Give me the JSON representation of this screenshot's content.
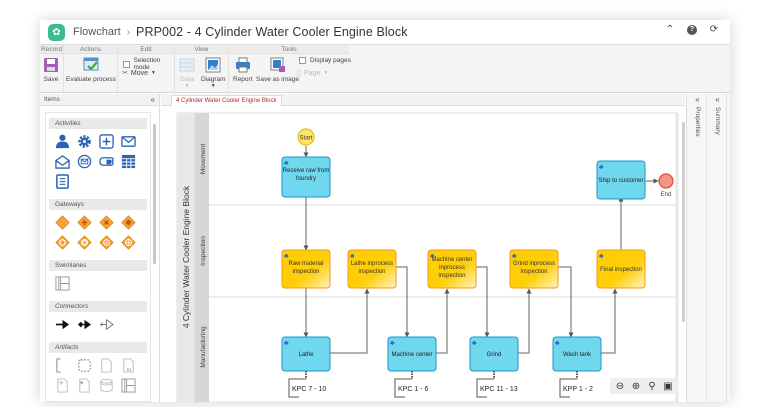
{
  "app": {
    "breadcrumb_root": "Flowchart",
    "breadcrumb_sep": "›",
    "title": "PRP002 - 4 Cylinder Water Cooler Engine Block",
    "icons": [
      "collapse-up-icon",
      "help-icon",
      "refresh-icon"
    ]
  },
  "ribbon": {
    "groups": {
      "record": "Record",
      "actions": "Actions",
      "edit": "Edit",
      "view": "View",
      "tools": "Tools"
    },
    "save": "Save",
    "evaluate": "Evaluate process",
    "selection_mode": "Selection mode",
    "move": "Move",
    "data": "Data",
    "diagram": "Diagram",
    "report": "Report",
    "save_as_image": "Save as image",
    "display_pages": "Display pages",
    "page": "Page"
  },
  "items_panel": {
    "title": "Items",
    "collapse": "«",
    "sections": {
      "activities": "Activities",
      "gateways": "Gateways",
      "swimlanes": "Swimlanes",
      "connectors": "Connectors",
      "artifacts": "Artifacts"
    }
  },
  "document_tab": "4 Cylinder Water Cooler Engine Block",
  "right_panels": {
    "properties": "Properties",
    "summary": "Summary",
    "collapse": "«"
  },
  "diagram": {
    "pool_label": "4 Cylinder Water Cooler Engine Block",
    "lanes": [
      "Movement",
      "Inspection",
      "Manufacturing"
    ],
    "start_label": "Start",
    "end_label": "End",
    "colors": {
      "task_blue": "#6fd7ee",
      "task_blue_border": "#1c95c9",
      "inspection_yellow": "#ffcc00",
      "inspection_border": "#f09a1a",
      "start_fill": "#ffe66a",
      "end_fill": "#f59583"
    },
    "movement_tasks": {
      "receive": "Receive raw from foundry",
      "ship": "Ship to customer"
    },
    "inspection_tasks": {
      "raw": "Raw material inspection",
      "lathe_ip": "Lathe inprocess inspection",
      "machine_ip": "Machine center inprocess inspection",
      "grind_ip": "Grind inprocess inspection",
      "final": "Final inspection"
    },
    "manufacturing_tasks": {
      "lathe": "Lathe",
      "machine": "Machine center",
      "grind": "Grind",
      "wash": "Wash tank"
    },
    "annotations": {
      "lathe": "KPC 7 - 10",
      "machine": "KPC 1 - 6",
      "grind": "KPC 11 - 13",
      "wash": "KPP 1 - 2"
    }
  },
  "zoom_toolbar": [
    "zoom-out-icon",
    "zoom-in-icon",
    "zoom-fit-icon",
    "export-icon"
  ]
}
